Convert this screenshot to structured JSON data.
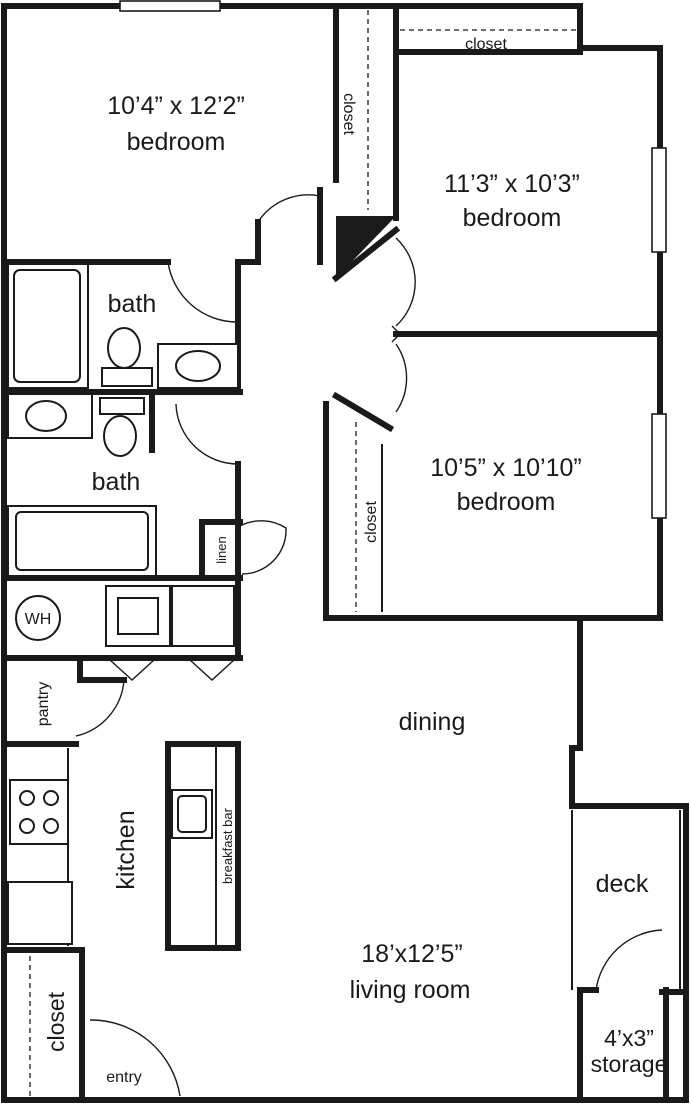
{
  "rooms": {
    "bedroom1": {
      "size": "10’4” x 12’2”",
      "name": "bedroom"
    },
    "bedroom2": {
      "size": "11’3” x 10’3”",
      "name": "bedroom"
    },
    "bedroom3": {
      "size": "10’5” x 10’10”",
      "name": "bedroom"
    },
    "bath1": "bath",
    "bath2": "bath",
    "dining": "dining",
    "kitchen": "kitchen",
    "living": {
      "size": "18’x12’5”",
      "name": "living room"
    },
    "deck": "deck",
    "storage": {
      "size": "4’x3”",
      "name": "storage"
    },
    "entry": "entry"
  },
  "labels": {
    "closet_top": "closet",
    "closet_vertical_1": "closet",
    "closet_vertical_2": "closet",
    "closet_entry": "closet",
    "linen": "linen",
    "pantry": "pantry",
    "water_heater": "WH",
    "breakfast_bar": "breakfast bar"
  }
}
